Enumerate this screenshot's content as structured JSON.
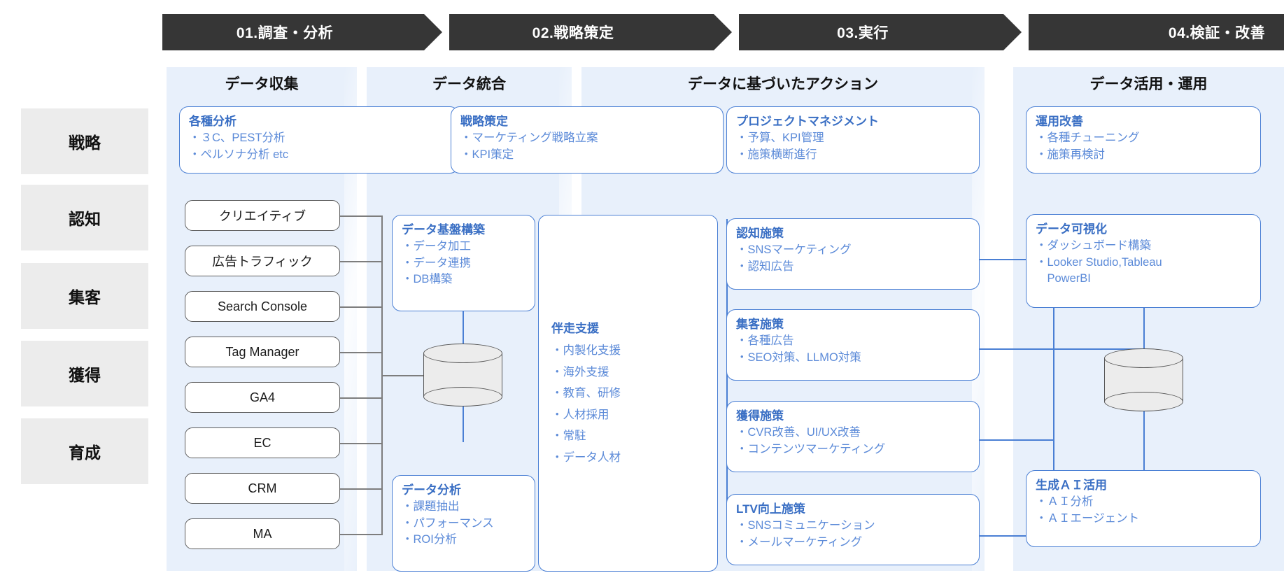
{
  "phases": [
    {
      "label": "01.調査・分析"
    },
    {
      "label": "02.戦略策定"
    },
    {
      "label": "03.実行"
    },
    {
      "label": "04.検証・改善"
    }
  ],
  "stages": [
    {
      "label": "戦略"
    },
    {
      "label": "認知"
    },
    {
      "label": "集客"
    },
    {
      "label": "獲得"
    },
    {
      "label": "育成"
    }
  ],
  "columns": [
    {
      "title": "データ収集"
    },
    {
      "title": "データ統合"
    },
    {
      "title": "データに基づいたアクション"
    },
    {
      "title": "データ活用・運用"
    }
  ],
  "col1": {
    "analysis_card": {
      "header": "各種分析",
      "items": [
        "・３C、PEST分析",
        "・ペルソナ分析 etc"
      ]
    },
    "sources": [
      {
        "label": "クリエイティブ"
      },
      {
        "label": "広告トラフィック"
      },
      {
        "label": "Search Console"
      },
      {
        "label": "Tag Manager"
      },
      {
        "label": "GA4"
      },
      {
        "label": "EC"
      },
      {
        "label": "CRM"
      },
      {
        "label": "MA"
      }
    ]
  },
  "col2": {
    "strategy_card": {
      "header": "戦略策定",
      "items": [
        "・マーケティング戦略立案",
        "・KPI策定"
      ]
    },
    "platform_card": {
      "header": "データ基盤構築",
      "items": [
        "・データ加工",
        "・データ連携",
        "・DB構築"
      ]
    },
    "analysis_card": {
      "header": "データ分析",
      "items": [
        "・課題抽出",
        "・パフォーマンス",
        "・ROI分析"
      ]
    },
    "support_card": {
      "header": "伴走支援",
      "items": [
        "・内製化支援",
        "・海外支援",
        "・教育、研修",
        "・人材採用",
        "・常駐",
        "・データ人材"
      ]
    },
    "database_icon": "database-cylinder-icon"
  },
  "col3": {
    "cards": [
      {
        "header": "プロジェクトマネジメント",
        "items": [
          "・予算、KPI管理",
          "・施策横断進行"
        ]
      },
      {
        "header": "認知施策",
        "items": [
          "・SNSマーケティング",
          "・認知広告"
        ]
      },
      {
        "header": "集客施策",
        "items": [
          "・各種広告",
          "・SEO対策、LLMO対策"
        ]
      },
      {
        "header": "獲得施策",
        "items": [
          "・CVR改善、UI/UX改善",
          "・コンテンツマーケティング"
        ]
      },
      {
        "header": "LTV向上施策",
        "items": [
          "・SNSコミュニケーション",
          "・メールマーケティング"
        ]
      }
    ]
  },
  "col4": {
    "ops_card": {
      "header": "運用改善",
      "items": [
        "・各種チューニング",
        "・施策再検討"
      ]
    },
    "viz_card": {
      "header": "データ可視化",
      "items": [
        "・ダッシュボード構築",
        "・Looker Studio,Tableau",
        "　PowerBI"
      ]
    },
    "ai_card": {
      "header": "生成ＡＩ活用",
      "items": [
        "・ＡＩ分析",
        "・ＡＩエージェント"
      ]
    },
    "database_icon": "database-cylinder-icon"
  },
  "colors": {
    "phase_bg": "#363636",
    "panel_bg": "#e8f0fb",
    "card_border": "#4a7fd4",
    "card_header": "#3a6fc4",
    "card_text": "#5b8ad8",
    "stage_bg": "#ececec",
    "chip_border": "#5c5c5c",
    "line_grey": "#7d7d7d",
    "line_blue": "#4a7fd4"
  }
}
